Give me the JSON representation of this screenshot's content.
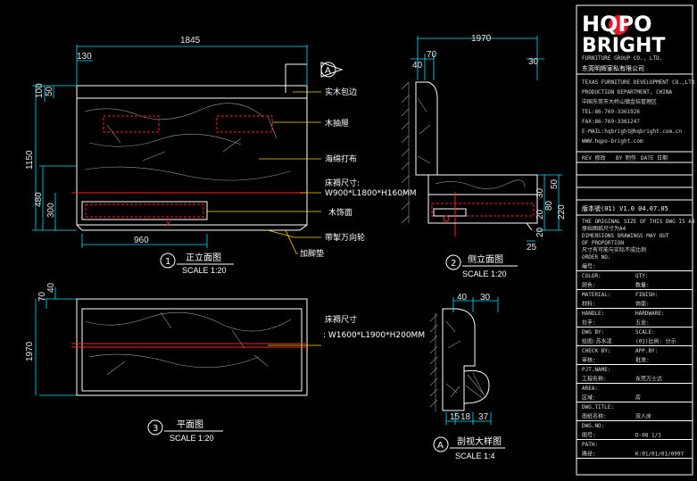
{
  "brand": {
    "name_line1": "HQPO",
    "name_line2": "BRIGHT",
    "group_en": "FURNITURE GROUP CO., LTD.",
    "group_cn": "东莞明辉家私有限公司"
  },
  "company_info": [
    "TEXAS FURNITURE DEVELOPMENT CO.,LTD",
    "PRODUCTION DEPARTMENT, CHINA",
    "中国东莞市大岭山镇金桔管理区",
    "TEL:86-769-3361926",
    "FAX:86-769-3361247",
    "E-MAIL:hqbright@hqbright.com.cn",
    "WWW.hqpo-bright.com"
  ],
  "revision_header": [
    "REV 修改",
    "BY 制作",
    "DATE 日期"
  ],
  "version_line": "版本號(01) V1.0  04.07.05",
  "notes": [
    "THE ORIGINAL SIZE OF THIS DWG IS A4",
    "原始图纸尺寸为A4",
    "DIMENSIONS DRAWINGS MAY OUT",
    "OF PROPORTION",
    "尺寸有可能与实际不成比例"
  ],
  "fields": [
    {
      "label": "ORDER NO:",
      "value": ""
    },
    {
      "label": "编号:",
      "value": ""
    },
    {
      "label": "COLOR:",
      "value": "QTY:"
    },
    {
      "label": "颜色:",
      "value": "数量:"
    },
    {
      "label": "MATERIAL:",
      "value": "FINISH:"
    },
    {
      "label": "材料:",
      "value": "饰面:"
    },
    {
      "label": "HANDLE:",
      "value": "HARDWARE:"
    },
    {
      "label": "拉手:",
      "value": "五金:"
    },
    {
      "label": "DWG BY:",
      "value": "SCALE:"
    },
    {
      "label": "绘图:苏水凌",
      "value": "(01)比例:  分示"
    },
    {
      "label": "CHECK BY:",
      "value": "APP.BY:"
    },
    {
      "label": "审核:",
      "value": "批准:"
    },
    {
      "label": "PJT.NAME:",
      "value": ""
    },
    {
      "label": "工程名称:",
      "value": "东莞万士达"
    },
    {
      "label": "AREA:",
      "value": ""
    },
    {
      "label": "区域:",
      "value": "房"
    },
    {
      "label": "DWG.TITLE:",
      "value": ""
    },
    {
      "label": "图纸名称:",
      "value": "双人床"
    },
    {
      "label": "DWG.NO:",
      "value": ""
    },
    {
      "label": "图号:",
      "value": "D-08   1/1"
    },
    {
      "label": "PATH:",
      "value": ""
    },
    {
      "label": "路径:",
      "value": "K:01/01/01/0997"
    }
  ],
  "front_view": {
    "dims": {
      "overall_width": "1845",
      "side_width": "130",
      "top_h1": "100",
      "top_h2": "50",
      "overall_height": "1150",
      "lower_height": "480",
      "lower_h2": "300",
      "base_width": "960"
    },
    "callouts": {
      "c1": "实木包边",
      "c2": "木抽屉",
      "c3": "海绵打布",
      "c4_line1": "床褥尺寸:",
      "c4_line2": "W900*L1800*H160MM",
      "c5": "木饰面",
      "c6": "带掣万向轮",
      "c7": "加脚垫"
    },
    "section_marker": "A",
    "title": "正立面图",
    "scale": "SCALE 1:20",
    "number": "1"
  },
  "side_view": {
    "dims": {
      "overall_depth": "1970",
      "d40": "40",
      "d70": "70",
      "d30": "30",
      "r30": "30",
      "r50": "50",
      "r80": "80",
      "r20": "20",
      "r220": "220",
      "r20b": "20",
      "d25": "25"
    },
    "title": "侧立面图",
    "scale": "SCALE 1:20",
    "number": "2"
  },
  "plan_view": {
    "dims": {
      "d40": "40",
      "d70": "70",
      "depth": "1970"
    },
    "callout_line1": "床褥尺寸",
    "callout_line2": ": W1600*L1900*H200MM",
    "title": "平面图",
    "scale": "SCALE 1:20",
    "number": "3"
  },
  "detail_view": {
    "dims": {
      "d40": "40",
      "d30": "30",
      "d15": "15",
      "d18": "18",
      "d37": "37"
    },
    "title": "剖视大样图",
    "scale": "SCALE 1:4",
    "marker": "A"
  },
  "colors": {
    "background": "#000000",
    "line": "#ffffff",
    "dimension": "#00e5ff",
    "hidden": "#ff2020",
    "leader": "#ffd800",
    "logo_dot": "#e8172c"
  }
}
